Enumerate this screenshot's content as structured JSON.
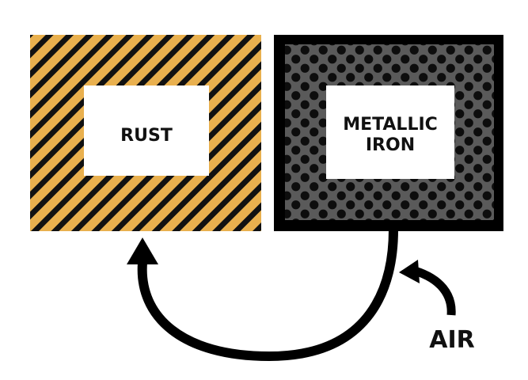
{
  "diagram": {
    "rust": {
      "label": "RUST",
      "fill_color": "#E9B04E",
      "pattern": "diagonal-stripes"
    },
    "iron": {
      "label_line1": "METALLIC",
      "label_line2": "IRON",
      "fill_color": "#5A5A5A",
      "pattern": "dots"
    },
    "air": {
      "label": "AIR"
    },
    "colors": {
      "stroke": "#000000",
      "inner_box": "#FFFFFF"
    }
  }
}
